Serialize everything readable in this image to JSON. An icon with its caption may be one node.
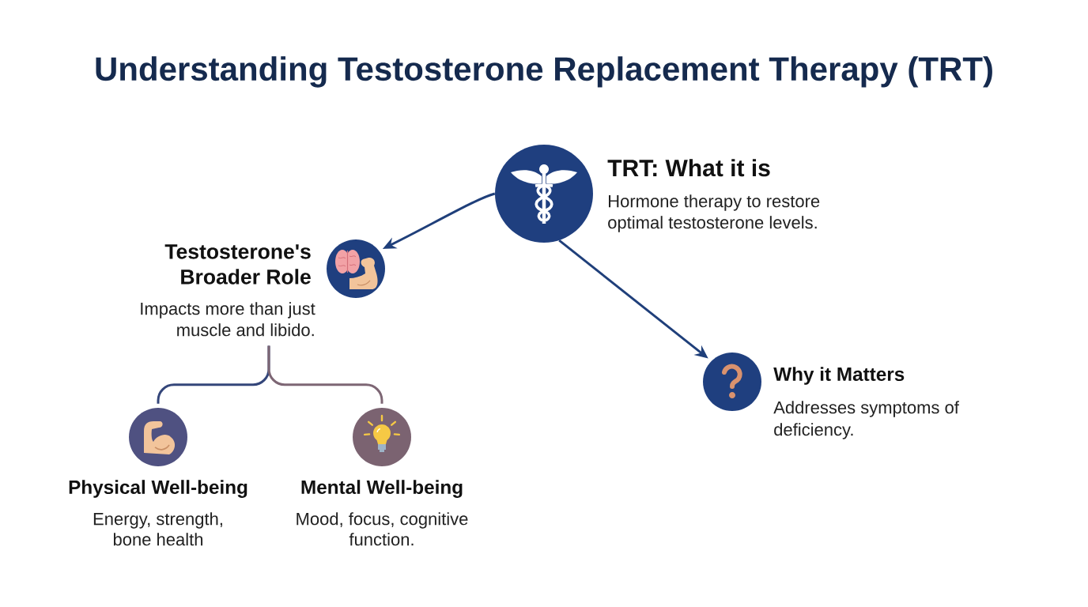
{
  "diagram": {
    "title": "Understanding Testosterone Replacement Therapy (TRT)",
    "nodes": [
      {
        "text": [
          "TRT: What it is",
          "Hormone therapy to restore optimal testosterone levels."
        ]
      },
      {
        "text": [
          "Testosterone's Broader Role",
          "Impacts more than just muscle and libido."
        ]
      },
      {
        "text": [
          "Why it Matters",
          "Addresses symptoms of deficiency."
        ]
      },
      {
        "text": [
          "Physical Well-being",
          "Energy, strength, bone health"
        ]
      },
      {
        "text": [
          "Mental Well-being",
          "Mood, focus, cognitive function."
        ]
      }
    ],
    "edges": [
      {
        "from": 0,
        "to": 1,
        "arrow": "to"
      },
      {
        "from": 0,
        "to": 2,
        "arrow": "to"
      },
      {
        "from": 1,
        "to": 3,
        "arrow": "none",
        "color": "#34467a"
      },
      {
        "from": 1,
        "to": 4,
        "arrow": "none",
        "color": "#7d6674"
      }
    ]
  }
}
